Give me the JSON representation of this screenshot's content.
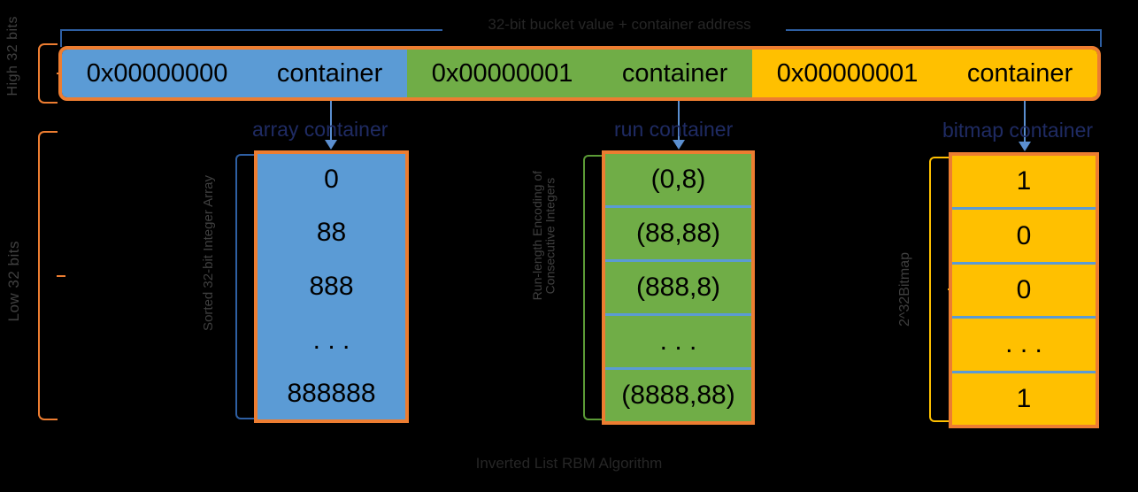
{
  "figure": {
    "caption": "Inverted List RBM Algorithm",
    "top_bracket_label": "32-bit bucket value + container address",
    "high_bits_label": "High 32 bits",
    "low_bits_label": "Low 32 bits"
  },
  "colors": {
    "blue": "#5B9BD5",
    "green": "#70AD47",
    "yellow": "#FFC000",
    "orange_border": "#ED7D31",
    "title_navy": "#1F2B63",
    "text_gray": "#404040",
    "background": "#000000"
  },
  "top_bar": {
    "cells": [
      {
        "bucket": "0x00000000",
        "pointer": "container",
        "color": "#5B9BD5"
      },
      {
        "bucket": "0x00000001",
        "pointer": "container",
        "color": "#70AD47"
      },
      {
        "bucket": "0x00000001",
        "pointer": "container",
        "color": "#FFC000"
      }
    ]
  },
  "containers": [
    {
      "title": "array  container",
      "side_label": "Sorted 32-bit Integer Array",
      "side_label_line2": "",
      "color": "#5B9BD5",
      "values": [
        "0",
        "88",
        "888",
        ". . .",
        "888888"
      ]
    },
    {
      "title": "run  container",
      "side_label": "Run-length Encoding of",
      "side_label_line2": "Consecutive Integers",
      "color": "#70AD47",
      "values": [
        "(0,8)",
        "(88,88)",
        "(888,8)",
        ". . .",
        "(8888,88)"
      ]
    },
    {
      "title": "bitmap  container",
      "side_label": "2^32Bitmap",
      "side_label_line2": "",
      "color": "#FFC000",
      "values": [
        "1",
        "0",
        "0",
        ". . .",
        "1"
      ]
    }
  ]
}
